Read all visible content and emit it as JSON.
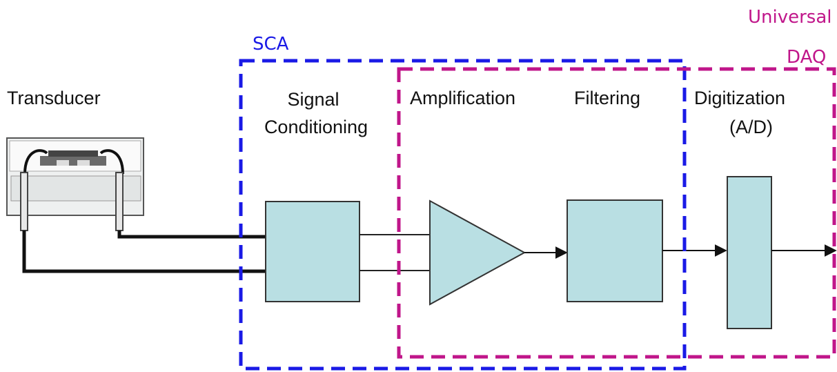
{
  "colors": {
    "sca": "#1a1ae6",
    "daq": "#c0168a",
    "block_fill": "#b9dfe3",
    "block_stroke": "#333333",
    "wire": "#111111"
  },
  "regions": {
    "sca": {
      "label": "SCA"
    },
    "daq": {
      "label_line1": "Universal",
      "label_line2": "DAQ"
    }
  },
  "stages": {
    "transducer": {
      "label": "Transducer",
      "icon": "pressure-sensor-icon"
    },
    "signal_conditioning": {
      "line1": "Signal",
      "line2": "Conditioning",
      "shape": "rectangle"
    },
    "amplification": {
      "label": "Amplification",
      "shape": "triangle"
    },
    "filtering": {
      "label": "Filtering",
      "shape": "rectangle"
    },
    "digitization": {
      "line1": "Digitization",
      "line2": "(A/D)",
      "shape": "rectangle"
    }
  }
}
